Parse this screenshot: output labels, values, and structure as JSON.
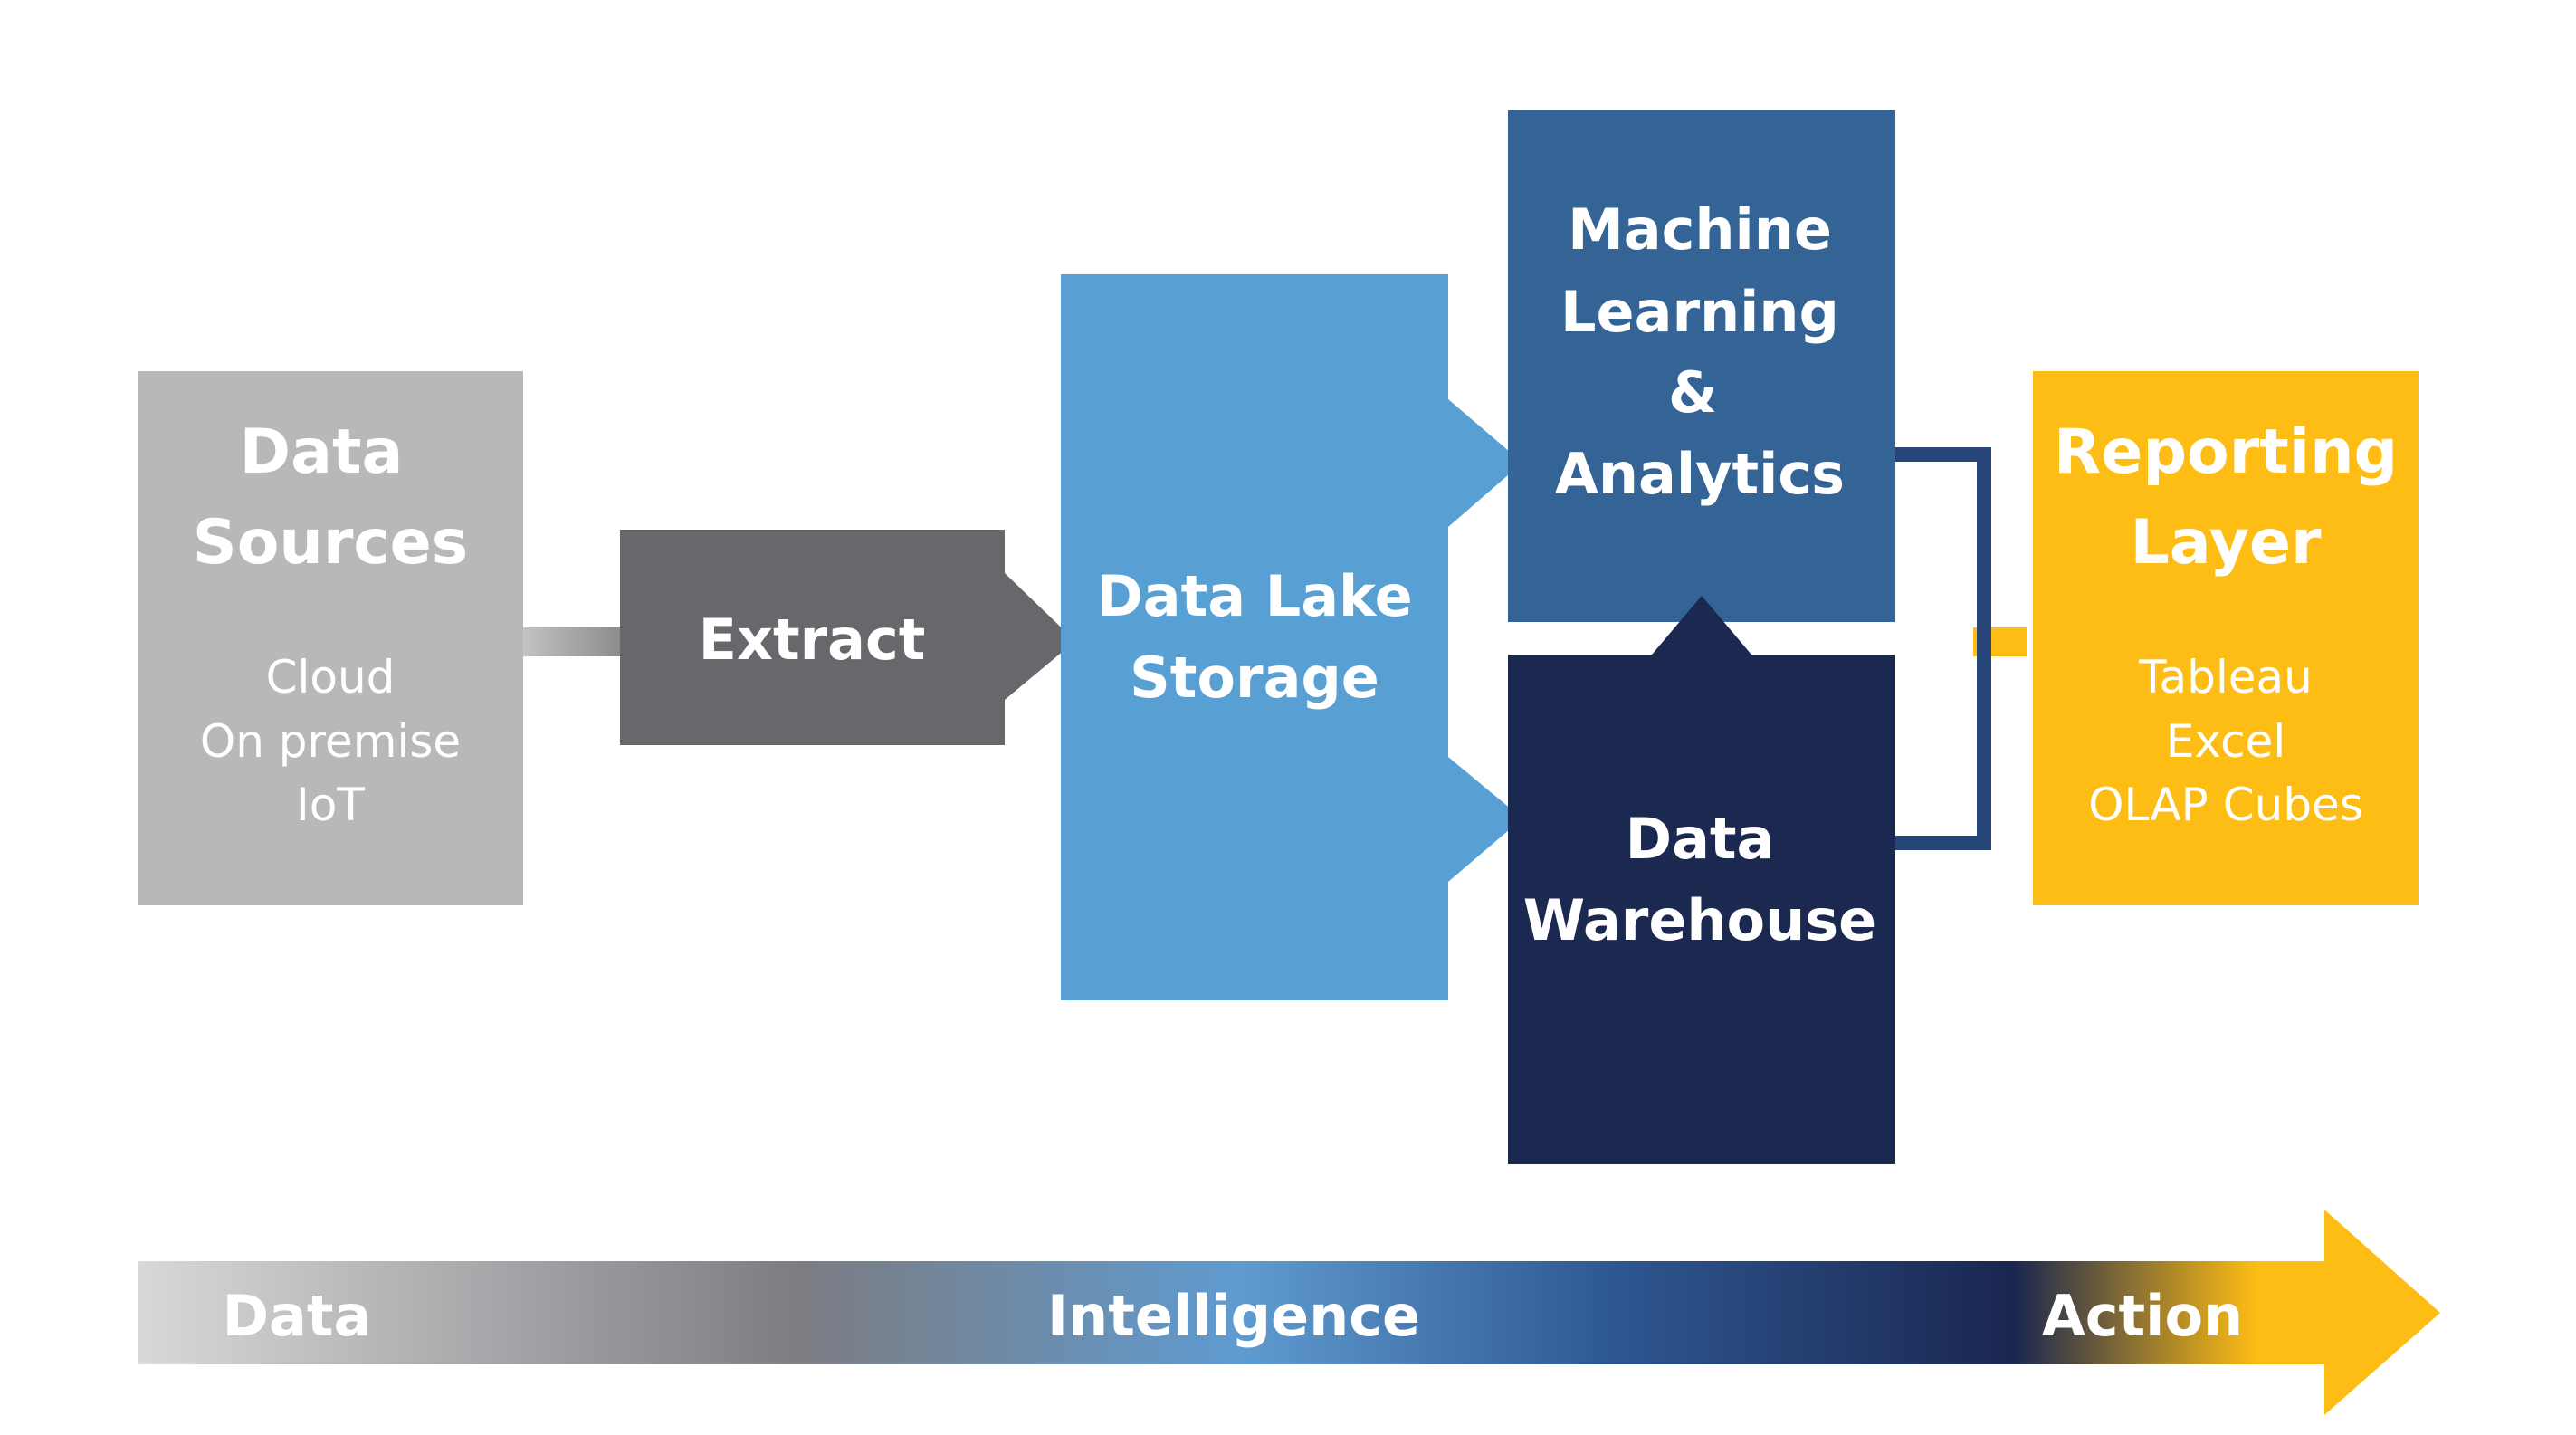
{
  "colors": {
    "sources": "#BAB7B7",
    "extract": "#67686B",
    "lake": "#589FD4",
    "ml": "#346396",
    "warehouse": "#1B2850",
    "reporting": "#FDBD14",
    "connector": "#A8A6A6",
    "bracket": "#26467A",
    "text": "#FFFFFF"
  },
  "data_sources": {
    "title_line1": "Data",
    "title_line2": "Sources",
    "items": [
      "Cloud",
      "On premise",
      "IoT"
    ]
  },
  "extract": {
    "label": "Extract"
  },
  "data_lake": {
    "line1": "Data Lake",
    "line2": "Storage"
  },
  "ml_analytics": {
    "line1": "Machine",
    "line2": "Learning",
    "line3": "&",
    "line4": "Analytics"
  },
  "data_warehouse": {
    "line1": "Data",
    "line2": "Warehouse"
  },
  "reporting": {
    "title_line1": "Reporting",
    "title_line2": "Layer",
    "items": [
      "Tableau",
      "Excel",
      "OLAP Cubes"
    ]
  },
  "timeline": {
    "labels": [
      "Data",
      "Intelligence",
      "Action"
    ]
  }
}
